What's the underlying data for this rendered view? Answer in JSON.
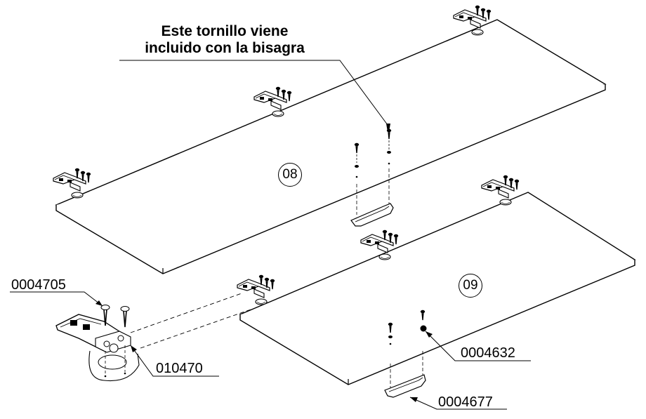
{
  "note": {
    "line1": "Este tornillo viene",
    "line2": "incluido con la bisagra"
  },
  "panels": [
    {
      "id": "08"
    },
    {
      "id": "09"
    }
  ],
  "callouts": {
    "screw_part": "0004705",
    "hinge_part": "010470",
    "cap_part": "0004632",
    "handle_part": "0004677"
  },
  "icons": [
    "hinge-icon",
    "screw-icon",
    "handle-icon",
    "cam-lock-icon"
  ]
}
